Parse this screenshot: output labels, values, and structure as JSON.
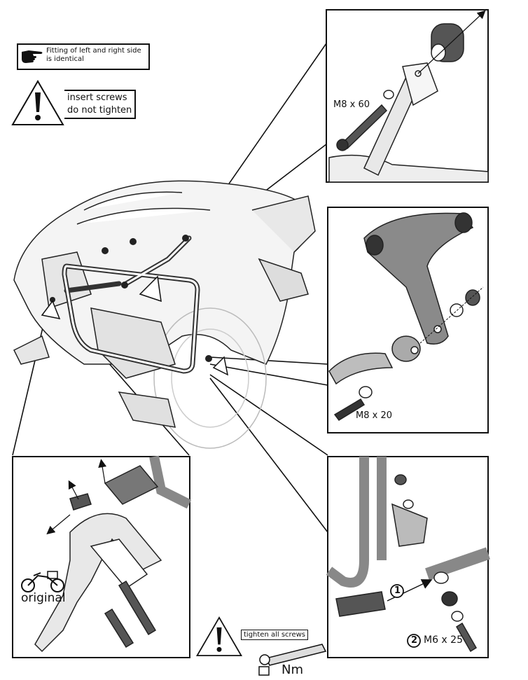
{
  "notes": {
    "identical_side": "Fitting of left and right side is identical",
    "insert_screws": "insert screws do not tighten",
    "insert_screws_line1": "insert screws",
    "insert_screws_line2": "do not tighten",
    "tighten_all": "tighten all screws",
    "torque_unit": "Nm"
  },
  "details": {
    "top_right": {
      "screw": "M8 x 60"
    },
    "middle_right": {
      "screw": "M8 x 20"
    },
    "bottom_right": {
      "step1": "1",
      "step2": "2",
      "screw": "M6 x 25"
    },
    "bottom_left": {
      "label": "original"
    }
  },
  "icons": [
    "hand-pointer-icon",
    "warning-triangle-icon",
    "motorcycle-icon",
    "torque-wrench-icon"
  ]
}
